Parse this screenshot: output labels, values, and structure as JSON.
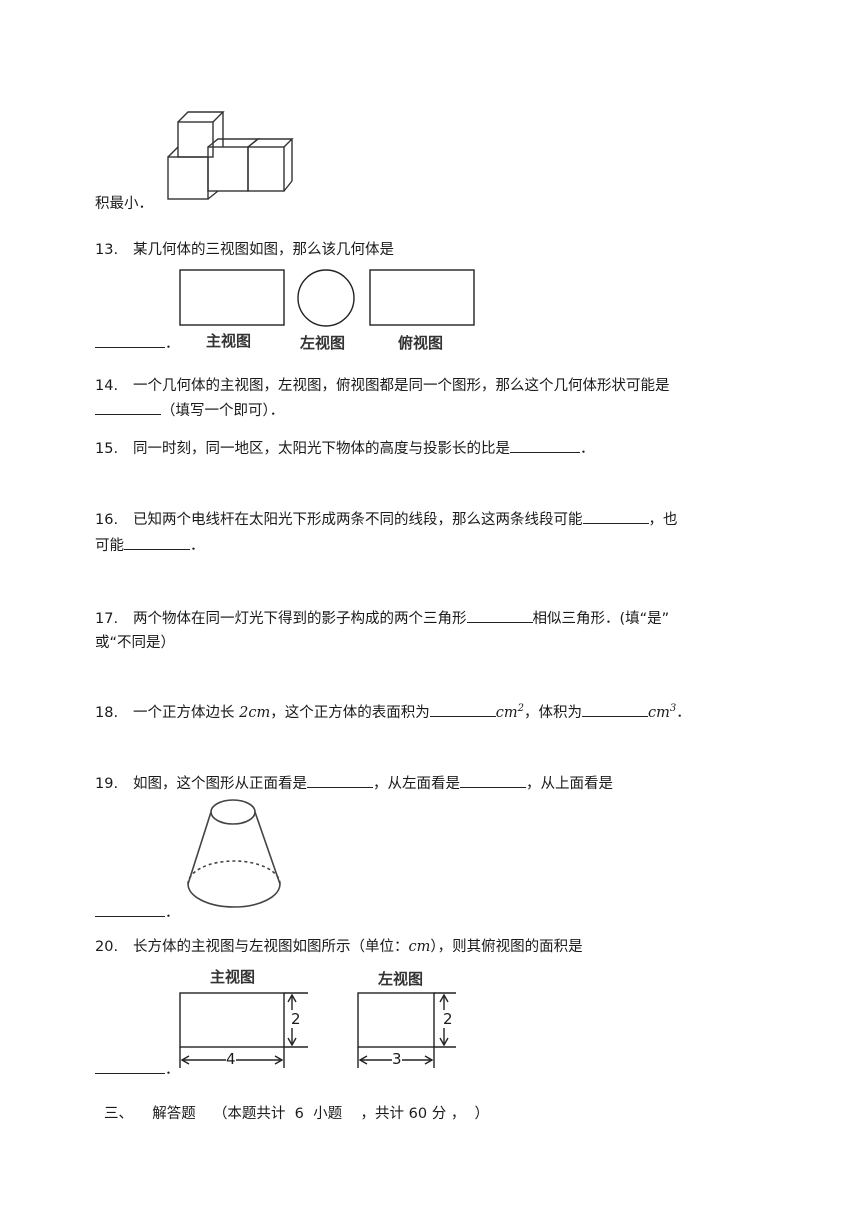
{
  "q12_tail": "积最小．",
  "questions": [
    {
      "num": "13.",
      "text": "某几何体的三视图如图，那么该几何体是",
      "after_blank": "．",
      "captions": [
        "主视图",
        "左视图",
        "俯视图"
      ]
    },
    {
      "num": "14.",
      "line1": "一个几何体的主视图，左视图，俯视图都是同一个图形，那么这个几何体形状可能是",
      "line2_after": "（填写一个即可）．"
    },
    {
      "num": "15.",
      "text": "同一时刻，同一地区，太阳光下物体的高度与投影长的比是",
      "after": "．"
    },
    {
      "num": "16.",
      "line1": "已知两个电线杆在太阳光下形成两条不同的线段，那么这两条线段可能",
      "line1_after": "，也",
      "line2": "可能",
      "line2_after": "．"
    },
    {
      "num": "17.",
      "line1": "两个物体在同一灯光下得到的影子构成的两个三角形",
      "line1_after": "相似三角形．(填“是”",
      "line2": "或“不同是）"
    },
    {
      "num": "18.",
      "text": "一个正方体边长 ",
      "len": "2cm",
      "mid": "，这个正方体的表面积为",
      "unit_area": "cm",
      "area_exp": "2",
      "mid2": "，体积为",
      "unit_vol": "cm",
      "vol_exp": "3",
      "end": "．"
    },
    {
      "num": "19.",
      "text": "如图，这个图形从正面看是",
      "mid": "，从左面看是",
      "mid2": "，从上面看是",
      "after_blank": "．"
    },
    {
      "num": "20.",
      "text": "长方体的主视图与左视图如图所示（单位：",
      "unit": "cm",
      "text2": "），则其俯视图的面积是",
      "after_blank": "．",
      "front_caption": "主视图",
      "left_caption": "左视图",
      "front_width": "4",
      "front_height": "2",
      "left_width": "3",
      "left_height": "2"
    }
  ],
  "section3": {
    "index": "三、",
    "title": "解答题",
    "note": "（本题共计  6  小题    ，共计 60 分 ，  ）"
  }
}
